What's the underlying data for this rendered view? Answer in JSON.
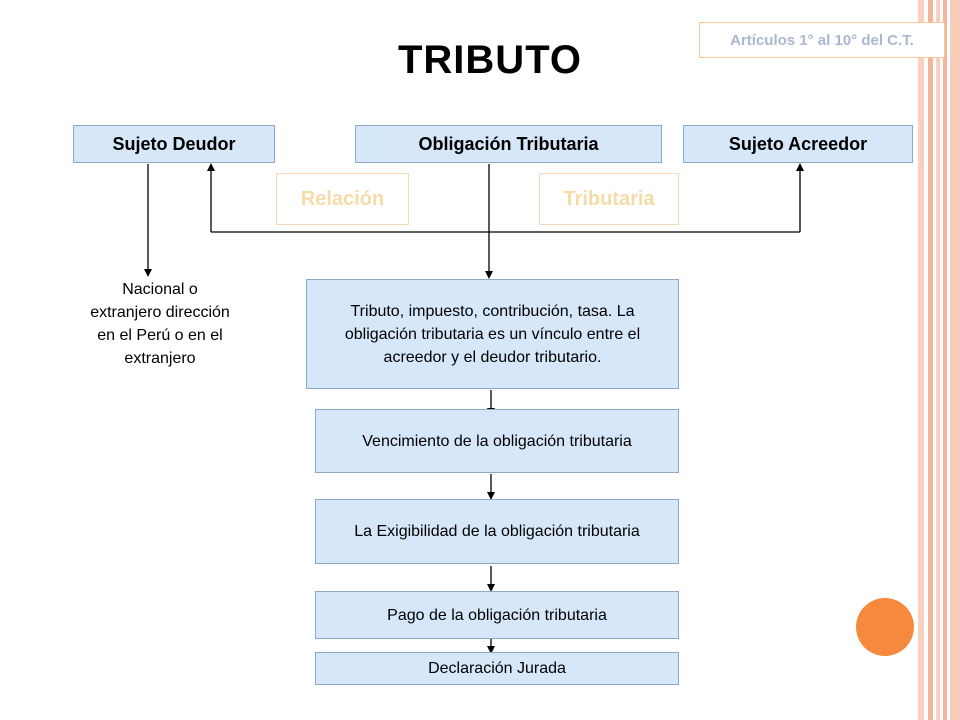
{
  "header": {
    "title": "TRIBUTO",
    "reference_tag": "Artículos 1° al 10° del C.T."
  },
  "parties": {
    "deudor": "Sujeto Deudor",
    "obligacion": "Obligación Tributaria",
    "acreedor": "Sujeto Acreedor"
  },
  "relation_labels": [
    "Relación",
    "Tributaria"
  ],
  "deudor_note": {
    "line1": "Nacional o",
    "line2": "extranjero dirección",
    "line3": "en el Perú o en el",
    "line4": "extranjero"
  },
  "flow": {
    "definition": "Tributo, impuesto, contribución, tasa. La obligación tributaria es un vínculo entre el acreedor y el deudor tributario.",
    "step1": "Vencimiento de la obligación tributaria",
    "step2": "La Exigibilidad de la obligación tributaria",
    "step3": "Pago de la obligación tributaria",
    "step4": "Declaración Jurada"
  },
  "colors": {
    "box_fill": "#d6e7fa",
    "box_border": "#8ea9c8",
    "accent_orange": "#f5893e",
    "tag_text": "#a9b8d0",
    "relation_text": "#f6dba8"
  }
}
